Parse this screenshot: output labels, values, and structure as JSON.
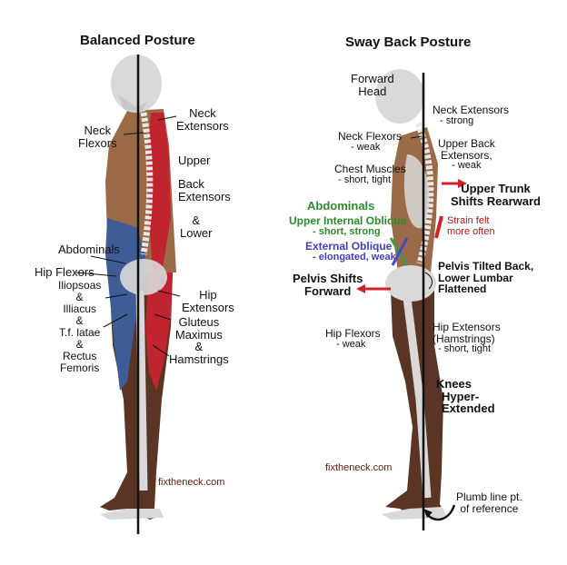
{
  "titles": {
    "left": "Balanced Posture",
    "right": "Sway Back Posture"
  },
  "left_labels": {
    "neck_flexors": [
      "Neck",
      "Flexors"
    ],
    "neck_extensors": [
      "Neck",
      "Extensors"
    ],
    "upper": "Upper",
    "back_extensors": [
      "Back",
      "Extensors"
    ],
    "and_lower": [
      "&",
      "Lower"
    ],
    "abdominals": "Abdominals",
    "hip_flexors": "Hip Flexors",
    "hip_flexors_list": [
      "Iliopsoas",
      "&",
      "Illiacus",
      "&",
      "T.f. latae",
      "&",
      "Rectus",
      "Femoris"
    ],
    "hip_extensors": [
      "Hip",
      "Extensors"
    ],
    "hip_extensors_list": [
      "Gluteus",
      "Maximus",
      "&",
      "Hamstrings"
    ],
    "site": "fixtheneck.com"
  },
  "right_labels": {
    "forward_head": [
      "Forward",
      "Head"
    ],
    "neck_extensors": "Neck Extensors",
    "neck_extensors_note": "- strong",
    "neck_flexors": "Neck Flexors",
    "neck_flexors_note": "- weak",
    "upper_back_extensors": [
      "Upper Back",
      "Extensors,"
    ],
    "upper_back_note": "- weak",
    "chest_muscles": "Chest Muscles",
    "chest_muscles_note": "- short, tight",
    "upper_trunk_shifts": [
      "Upper Trunk",
      "Shifts Rearward"
    ],
    "abdominals": "Abdominals",
    "upper_internal_oblique": "Upper Internal Oblique",
    "upper_internal_oblique_note": "- short, strong",
    "strain_felt": [
      "Strain felt",
      "more often"
    ],
    "external_oblique": "External Oblique",
    "external_oblique_note": "- elongated, weak",
    "pelvis_tilted": [
      "Pelvis Tilted Back,",
      "Lower Lumbar",
      "Flattened"
    ],
    "pelvis_shifts": [
      "Pelvis Shifts",
      "Forward"
    ],
    "hip_flexors": "Hip Flexors",
    "hip_flexors_note": "- weak",
    "hip_extensors": [
      "Hip Extensors",
      "(Hamstrings)"
    ],
    "hip_extensors_note": "- short, tight",
    "knees": [
      "Knees",
      "Hyper-",
      "Extended"
    ],
    "site": "fixtheneck.com",
    "plumb_line": [
      "Plumb line pt.",
      "of reference"
    ]
  },
  "colors": {
    "skin": "#5a3424",
    "torso_brown": "#9b6a48",
    "abdominal_blue": "#3e5d96",
    "muscle_red": "#c0242f",
    "bone": "#d9d9d9",
    "oblique_green": "#3b9a3b",
    "oblique_blue": "#4a48c0",
    "arrow_red": "#d0202a"
  }
}
